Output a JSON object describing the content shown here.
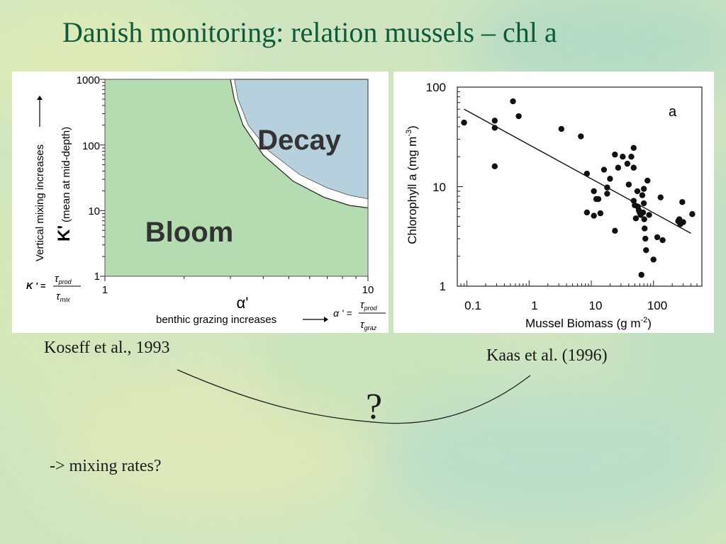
{
  "slide": {
    "title": "Danish monitoring: relation mussels – chl a",
    "caption_left": "Koseff et al., 1993",
    "caption_right": "Kaas et al. (1996)",
    "question": "?",
    "note": "-> mixing rates?"
  },
  "colors": {
    "title": "#0d5a3a",
    "bloom": "#b4dcb0",
    "decay": "#b7d0dd",
    "background": "#cfe5c0"
  },
  "chart_data": [
    {
      "type": "area",
      "x_scale": "log",
      "y_scale": "log",
      "xlim": [
        1,
        10
      ],
      "ylim": [
        1,
        1000
      ],
      "x_ticks": [
        "1",
        "10"
      ],
      "y_ticks": [
        "1",
        "10",
        "100",
        "1000"
      ],
      "xlabel": "α'",
      "xlabel_sub": "benthic grazing increases",
      "ylabel": "K'",
      "ylabel_paren": "(mean at mid-depth)",
      "ylabel_sub": "Vertical mixing increases",
      "regions": [
        {
          "name": "Bloom",
          "color": "#b4dcb0"
        },
        {
          "name": "Decay",
          "color": "#b7d0dd"
        }
      ],
      "boundary": [
        {
          "x": 3.1,
          "y": 1000
        },
        {
          "x": 3.2,
          "y": 500
        },
        {
          "x": 3.5,
          "y": 200
        },
        {
          "x": 4.2,
          "y": 80
        },
        {
          "x": 5.5,
          "y": 35
        },
        {
          "x": 7,
          "y": 22
        },
        {
          "x": 8.5,
          "y": 17
        },
        {
          "x": 10,
          "y": 15
        }
      ],
      "boundary_lower": [
        {
          "x": 3.0,
          "y": 1000
        },
        {
          "x": 3.1,
          "y": 500
        },
        {
          "x": 3.35,
          "y": 200
        },
        {
          "x": 4.0,
          "y": 70
        },
        {
          "x": 5.2,
          "y": 28
        },
        {
          "x": 6.8,
          "y": 16
        },
        {
          "x": 8.5,
          "y": 12
        },
        {
          "x": 10,
          "y": 11
        }
      ],
      "formula_k": {
        "lhs": "K ' =",
        "num": "τ",
        "num_sub": "prod",
        "den": "τ",
        "den_sub": "mix"
      },
      "formula_alpha": {
        "lhs": "α ' =",
        "num": "τ",
        "num_sub": "prod",
        "den": "τ",
        "den_sub": "graz"
      }
    },
    {
      "type": "scatter",
      "x_scale": "log",
      "y_scale": "log",
      "xlim": [
        0.07,
        600
      ],
      "ylim": [
        1,
        100
      ],
      "x_ticks": [
        "0.1",
        "1",
        "10",
        "100"
      ],
      "y_ticks": [
        "1",
        "10",
        "100"
      ],
      "xlabel": "Mussel Biomass (g m",
      "xlabel_sup": "-2",
      "xlabel_end": ")",
      "ylabel": "Chlorophyll a (mg m",
      "ylabel_sup": "-3",
      "ylabel_end": ")",
      "panel_label": "a",
      "points": [
        {
          "x": 0.09,
          "y": 44
        },
        {
          "x": 0.28,
          "y": 46
        },
        {
          "x": 0.28,
          "y": 39
        },
        {
          "x": 0.28,
          "y": 16
        },
        {
          "x": 0.55,
          "y": 72
        },
        {
          "x": 0.68,
          "y": 51
        },
        {
          "x": 3.3,
          "y": 38
        },
        {
          "x": 6.8,
          "y": 32
        },
        {
          "x": 8.5,
          "y": 13.5
        },
        {
          "x": 8.5,
          "y": 5.5
        },
        {
          "x": 11,
          "y": 9
        },
        {
          "x": 11,
          "y": 5.1
        },
        {
          "x": 12,
          "y": 7.5
        },
        {
          "x": 13,
          "y": 7.5
        },
        {
          "x": 14,
          "y": 5.4
        },
        {
          "x": 16,
          "y": 14.8
        },
        {
          "x": 18,
          "y": 9.8
        },
        {
          "x": 18,
          "y": 8.5
        },
        {
          "x": 20,
          "y": 12
        },
        {
          "x": 24,
          "y": 21
        },
        {
          "x": 24,
          "y": 3.6
        },
        {
          "x": 27,
          "y": 15.5
        },
        {
          "x": 32,
          "y": 20
        },
        {
          "x": 38,
          "y": 17
        },
        {
          "x": 40,
          "y": 10.5
        },
        {
          "x": 44,
          "y": 20
        },
        {
          "x": 48,
          "y": 24.5
        },
        {
          "x": 48,
          "y": 15.5
        },
        {
          "x": 48,
          "y": 7.2
        },
        {
          "x": 50,
          "y": 6.5
        },
        {
          "x": 52,
          "y": 4.8
        },
        {
          "x": 55,
          "y": 9
        },
        {
          "x": 56,
          "y": 6.3
        },
        {
          "x": 58,
          "y": 5.8
        },
        {
          "x": 60,
          "y": 5.5
        },
        {
          "x": 62,
          "y": 5.2
        },
        {
          "x": 64,
          "y": 1.3
        },
        {
          "x": 66,
          "y": 8.2
        },
        {
          "x": 68,
          "y": 5.5
        },
        {
          "x": 70,
          "y": 9.5
        },
        {
          "x": 70,
          "y": 6.8
        },
        {
          "x": 71,
          "y": 4.7
        },
        {
          "x": 72,
          "y": 3.8
        },
        {
          "x": 74,
          "y": 3
        },
        {
          "x": 76,
          "y": 2.3
        },
        {
          "x": 80,
          "y": 11.5
        },
        {
          "x": 85,
          "y": 5.2
        },
        {
          "x": 100,
          "y": 1.85
        },
        {
          "x": 115,
          "y": 3.1
        },
        {
          "x": 130,
          "y": 7.8
        },
        {
          "x": 140,
          "y": 2.9
        },
        {
          "x": 250,
          "y": 4.5
        },
        {
          "x": 260,
          "y": 4.7
        },
        {
          "x": 270,
          "y": 4.2
        },
        {
          "x": 290,
          "y": 7
        },
        {
          "x": 300,
          "y": 4.4
        },
        {
          "x": 420,
          "y": 5.3
        }
      ],
      "regression": [
        {
          "x": 0.09,
          "y": 60
        },
        {
          "x": 400,
          "y": 3.4
        }
      ]
    }
  ]
}
